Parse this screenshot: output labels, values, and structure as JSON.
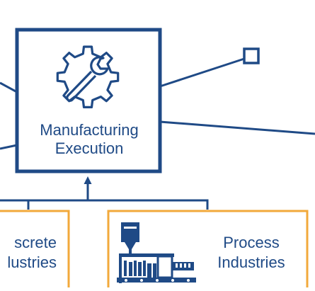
{
  "manufacturing_execution": {
    "line1": "Manufacturing",
    "line2": "Execution",
    "icon": "gear-wrench-icon"
  },
  "discrete_industries": {
    "line1": "screte",
    "line2": "lustries"
  },
  "process_industries": {
    "line1": "Process",
    "line2": "Industries",
    "icon": "process-plant-icon"
  },
  "colors": {
    "primary_blue": "#1f4a86",
    "accent_orange": "#f2a93b",
    "background": "#ffffff"
  }
}
